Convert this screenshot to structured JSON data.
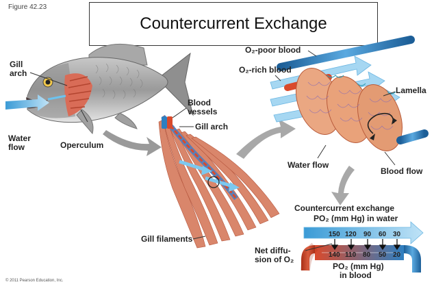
{
  "figure_number": "Figure 42.23",
  "title": "Countercurrent Exchange",
  "copyright": "© 2011 Pearson Education, Inc.",
  "labels": {
    "gill_arch_line1": "Gill",
    "gill_arch_line2": "arch",
    "water_flow_line1": "Water",
    "water_flow_line2": "flow",
    "operculum": "Operculum",
    "blood_vessels_line1": "Blood",
    "blood_vessels_line2": "vessels",
    "gill_arch_2": "Gill arch",
    "gill_filaments": "Gill filaments",
    "o2_poor_blood": "O₂-poor blood",
    "o2_rich_blood": "O₂-rich blood",
    "lamella": "Lamella",
    "water_flow_2": "Water flow",
    "blood_flow": "Blood flow",
    "countercurrent_exchange": "Countercurrent exchange",
    "po2_water": "PO₂ (mm Hg) in water",
    "net_diffusion_line1": "Net diffu-",
    "net_diffusion_line2": "sion of O₂",
    "po2_blood_line1": "PO₂ (mm Hg)",
    "po2_blood_line2": "in blood"
  },
  "water_po2_values": [
    "150",
    "120",
    "90",
    "60",
    "30"
  ],
  "blood_po2_values": [
    "140",
    "110",
    "80",
    "50",
    "20"
  ],
  "colors": {
    "water": "#5fb7e6",
    "oxygen_rich_blood": "#d94a2c",
    "oxygen_poor_blood": "#2e7fc1",
    "lamella": "#e9a27a",
    "fish_body": "#9a9a9a"
  }
}
